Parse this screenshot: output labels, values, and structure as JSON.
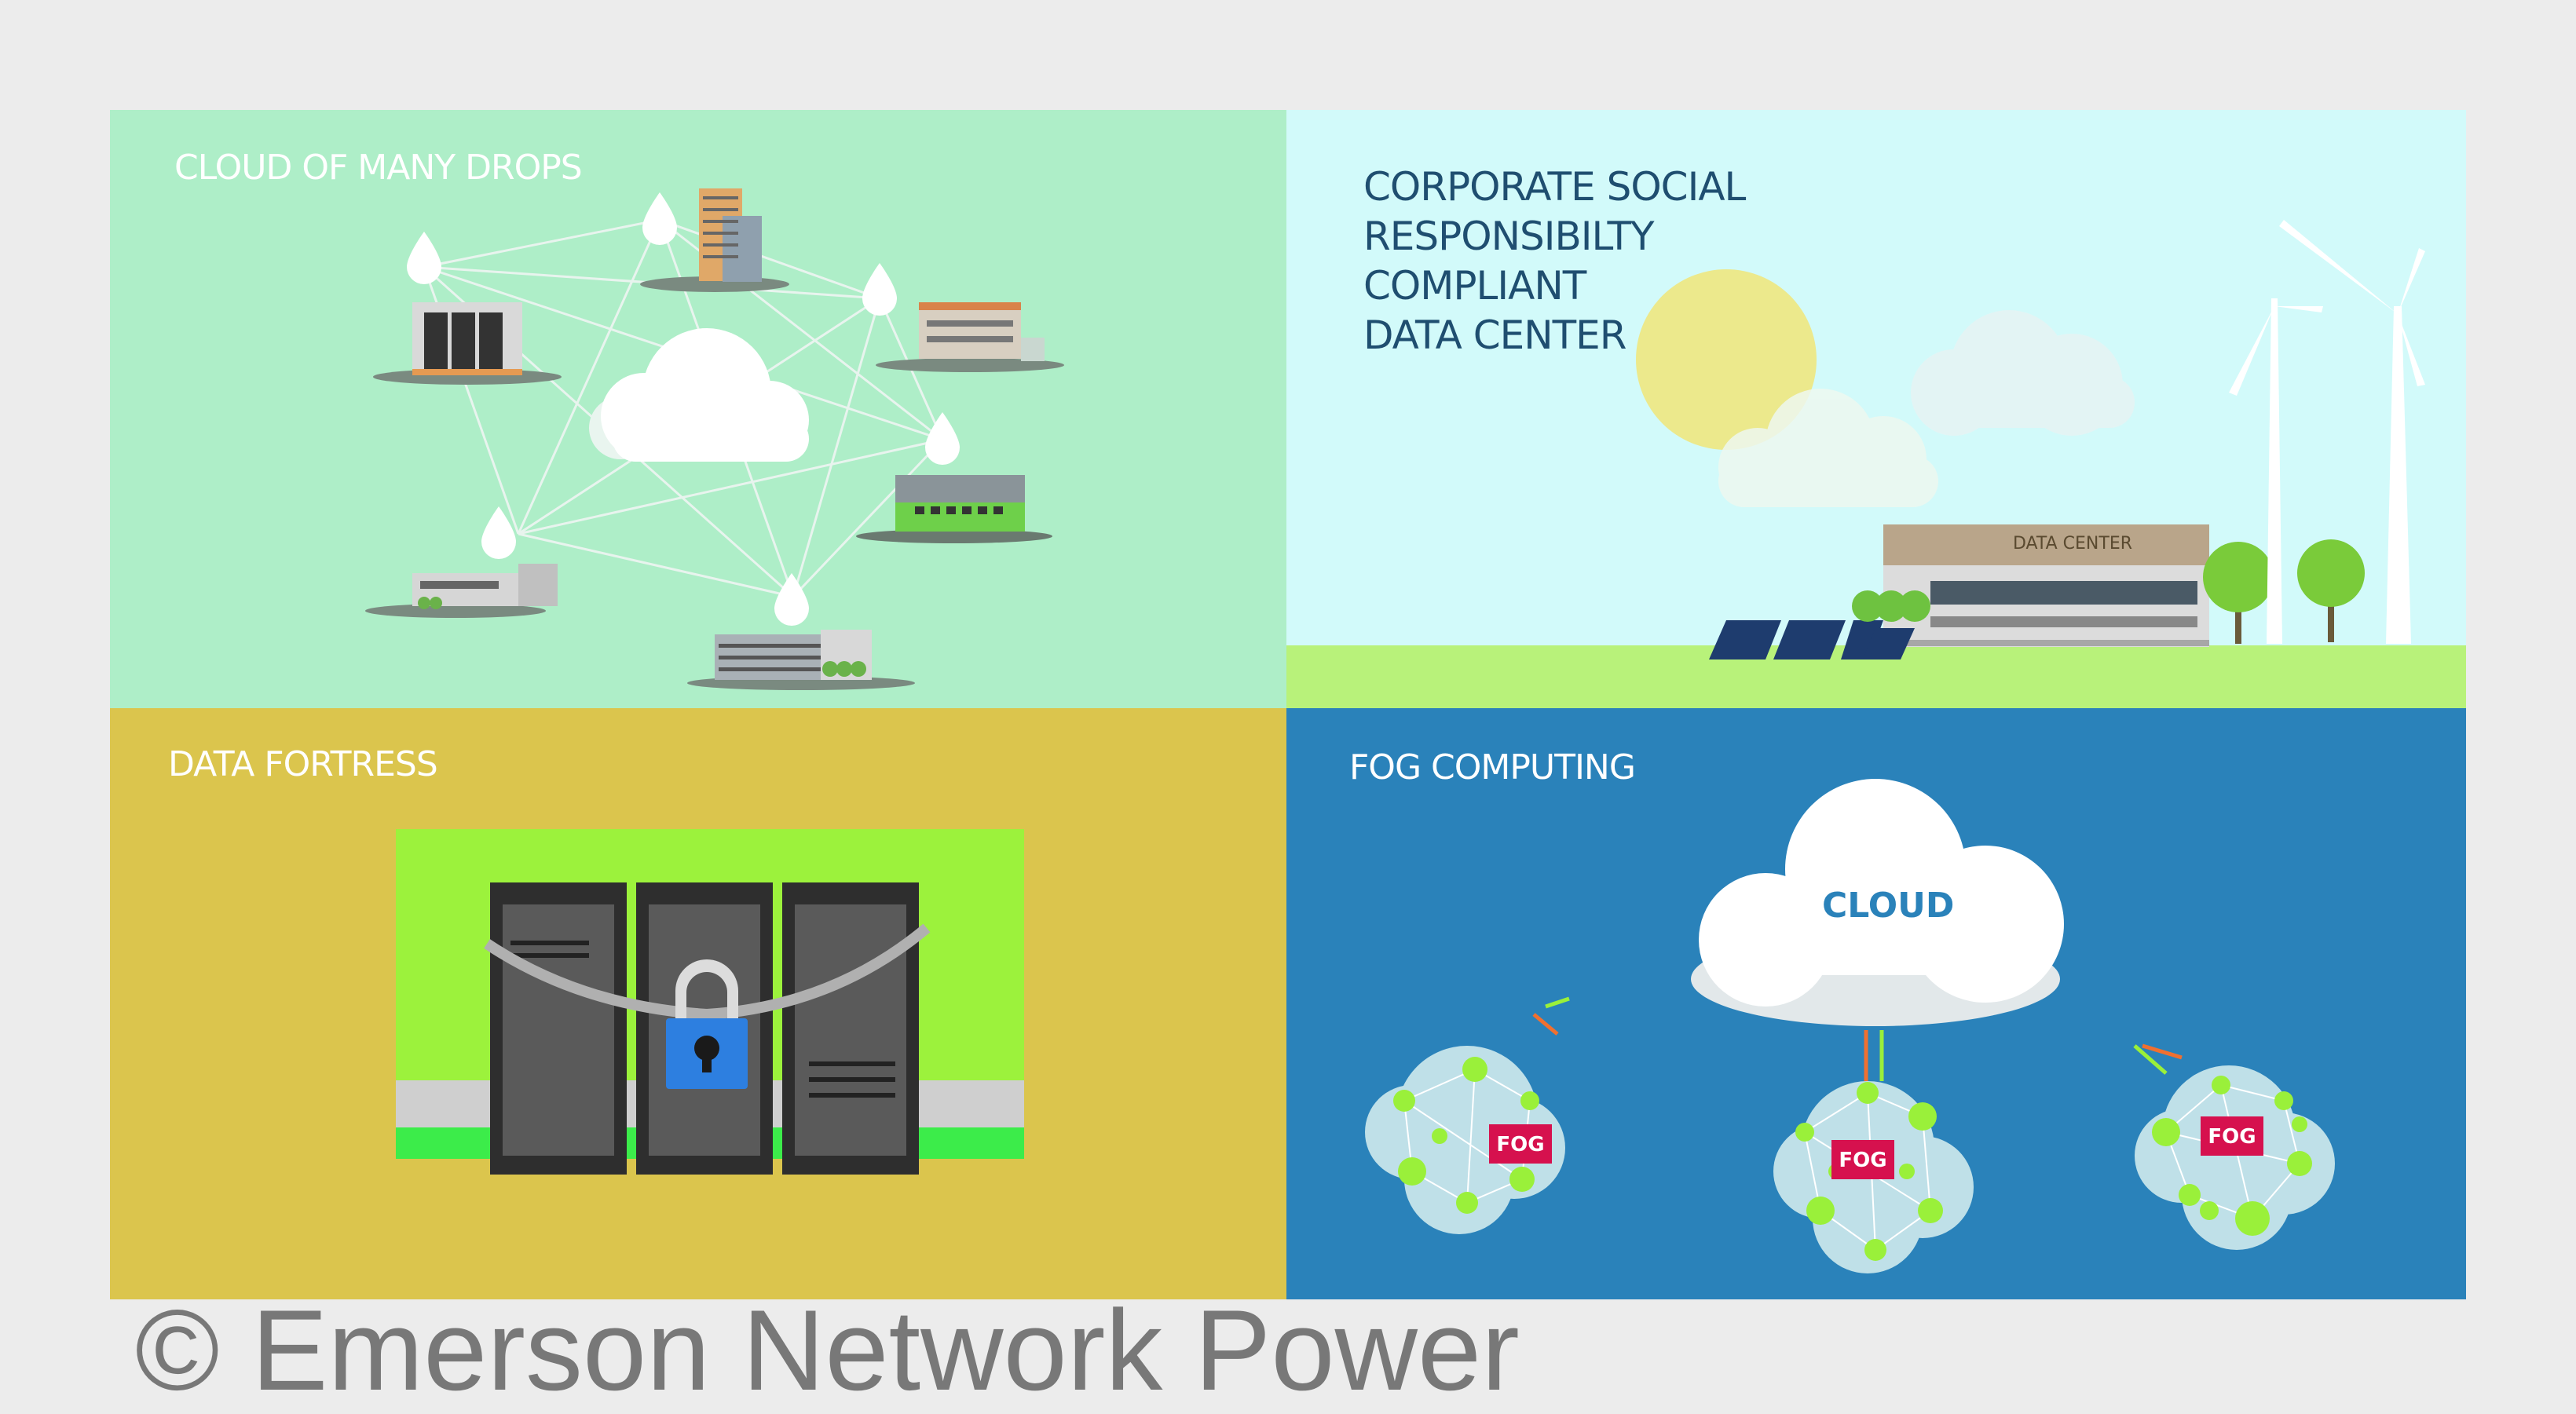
{
  "panels": {
    "cloud_drops": {
      "title": "CLOUD OF MANY DROPS",
      "color": "#aeeec8"
    },
    "csr": {
      "title_lines": [
        "CORPORATE SOCIAL",
        "RESPONSIBILTY",
        "COMPLIANT",
        "DATA CENTER"
      ],
      "building_sign": "DATA CENTER",
      "color": "#d2fafa"
    },
    "fortress": {
      "title": "DATA FORTRESS",
      "color": "#dbc54d"
    },
    "fog": {
      "title": "FOG COMPUTING",
      "cloud_label": "CLOUD",
      "node_label": "FOG",
      "color": "#2a82ba"
    }
  },
  "copyright": "© Emerson Network Power",
  "colors": {
    "accent_green": "#86f026",
    "fog_red": "#d6114e",
    "lock_blue": "#2d7fe0"
  }
}
